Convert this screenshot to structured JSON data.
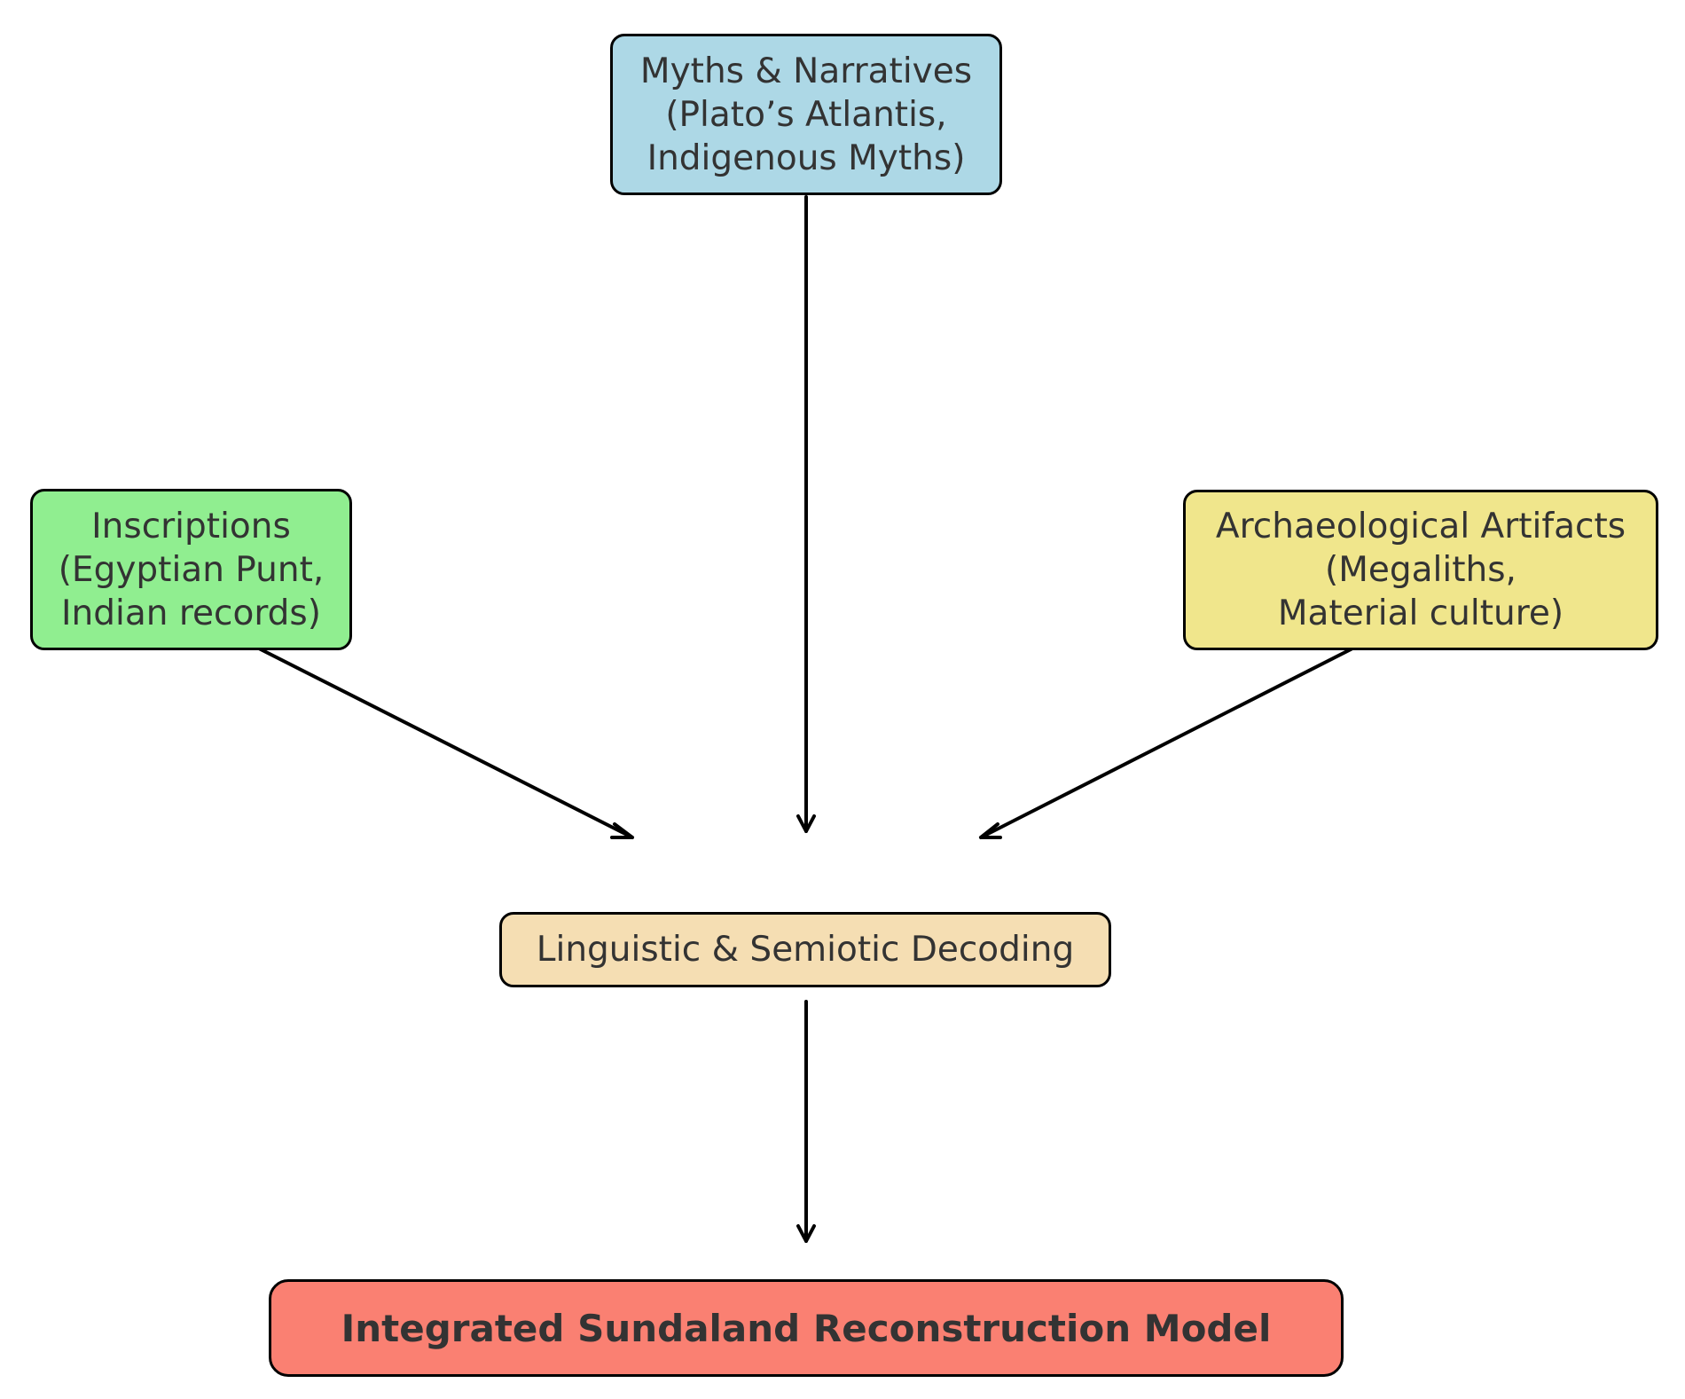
{
  "diagram": {
    "type": "flowchart",
    "nodes": [
      {
        "id": "myths",
        "text": "Myths & Narratives\n(Plato’s Atlantis,\nIndigenous Myths)",
        "fill": "#ADD8E6"
      },
      {
        "id": "inscriptions",
        "text": "Inscriptions\n(Egyptian Punt,\nIndian records)",
        "fill": "#90EE90"
      },
      {
        "id": "artifacts",
        "text": "Archaeological Artifacts\n(Megaliths,\nMaterial culture)",
        "fill": "#F0E68C"
      },
      {
        "id": "decoding",
        "text": "Linguistic & Semiotic Decoding",
        "fill": "#F5DEB3"
      },
      {
        "id": "model",
        "text": "Integrated Sundaland Reconstruction Model",
        "fill": "#FA8072"
      }
    ],
    "edges": [
      {
        "from": "inscriptions",
        "to": "decoding"
      },
      {
        "from": "myths",
        "to": "decoding"
      },
      {
        "from": "artifacts",
        "to": "decoding"
      },
      {
        "from": "decoding",
        "to": "model"
      }
    ],
    "colors": {
      "text": "#333333",
      "border": "#000000",
      "edge": "#000000",
      "background": "#FFFFFF"
    }
  }
}
